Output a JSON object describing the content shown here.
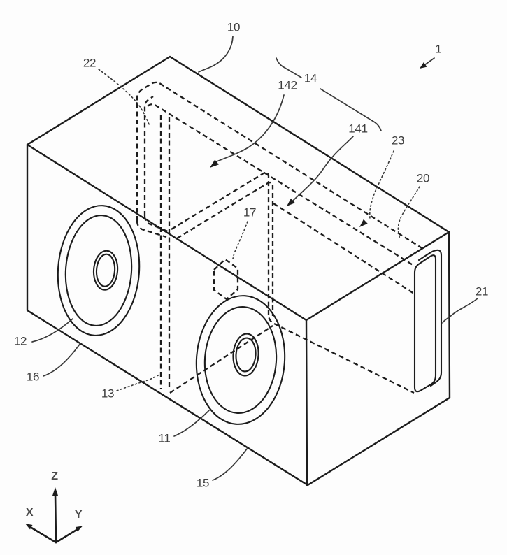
{
  "figure": {
    "kind": "patent-style isometric line drawing of a speaker box",
    "labels": {
      "l10": "10",
      "l22": "22",
      "l142": "142",
      "l14": "14",
      "l141": "141",
      "l23": "23",
      "l20": "20",
      "l1": "1",
      "l21": "21",
      "l17": "17",
      "l12": "12",
      "l16": "16",
      "l13": "13",
      "l11": "11",
      "l15": "15"
    },
    "axes": {
      "z": "Z",
      "x": "X",
      "y": "Y"
    }
  },
  "colors": {
    "background": "#fdfdfd",
    "ink": "#1c1c1c",
    "label": "#3c3c3c",
    "leader": "#3a3a3a"
  }
}
